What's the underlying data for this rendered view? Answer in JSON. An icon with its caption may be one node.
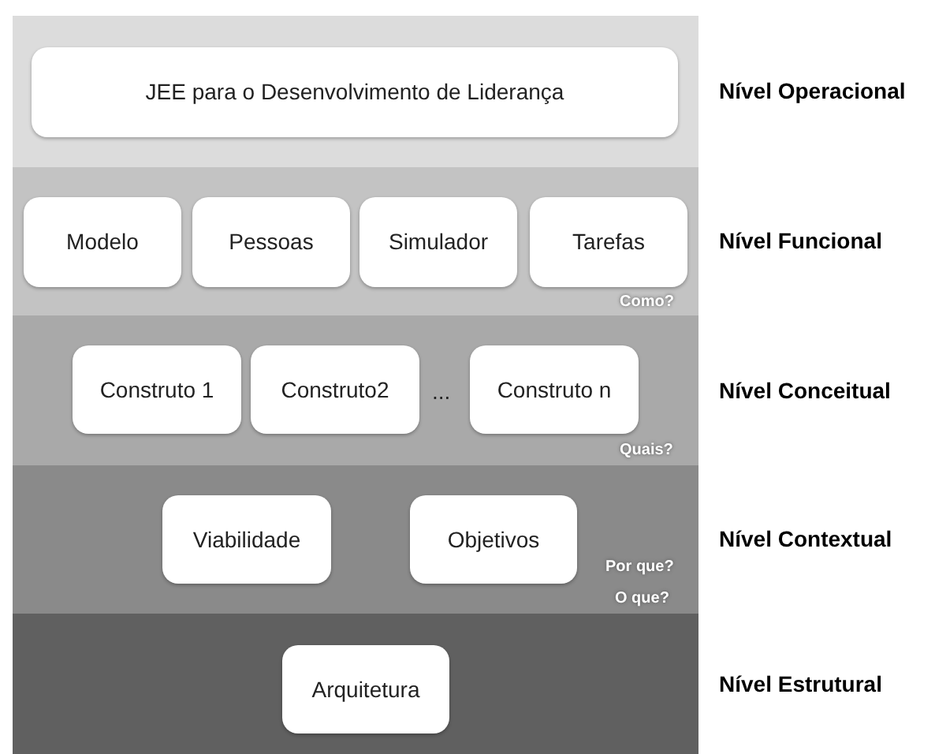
{
  "diagram": {
    "nodes": [
      {
        "text": [
          "Nível Operacional"
        ]
      },
      {
        "text": [
          "JEE para o Desenvolvimento de Liderança"
        ],
        "in": 0
      },
      {
        "text": [
          "Nível Funcional",
          "Como?"
        ]
      },
      {
        "text": [
          "Modelo"
        ],
        "in": 2
      },
      {
        "text": [
          "Pessoas"
        ],
        "in": 2
      },
      {
        "text": [
          "Simulador"
        ],
        "in": 2
      },
      {
        "text": [
          "Tarefas"
        ],
        "in": 2
      },
      {
        "text": [
          "Nível Conceitual",
          "Quais?"
        ]
      },
      {
        "text": [
          "Construto 1"
        ],
        "in": 7
      },
      {
        "text": [
          "Construto2"
        ],
        "in": 7
      },
      {
        "text": [
          "Construto n"
        ],
        "in": 7
      },
      {
        "text": [
          "Nível Contextual",
          "Por que?",
          "O que?"
        ]
      },
      {
        "text": [
          "Viabilidade"
        ],
        "in": 11
      },
      {
        "text": [
          "Objetivos"
        ],
        "in": 11
      },
      {
        "text": [
          "Nível Estrutural"
        ]
      },
      {
        "text": [
          "Arquitetura"
        ],
        "in": 14
      }
    ],
    "labels": [
      "..."
    ]
  }
}
